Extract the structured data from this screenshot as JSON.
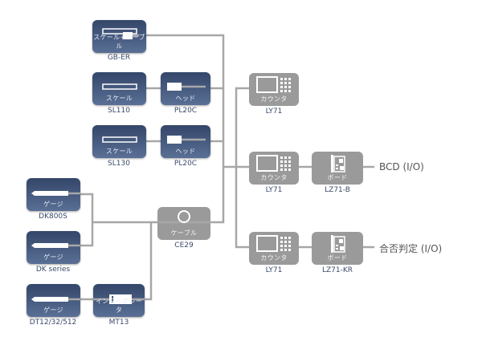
{
  "diagram": {
    "type": "system-configuration",
    "line_color": "#a7a7a7",
    "colors": {
      "input_device": "#3f5479",
      "output_device": "#9a9a9a"
    },
    "nodes": {
      "gb_er": {
        "category": "スケール+ケーブル",
        "model": "GB-ER",
        "icon": "scale-cable-icon"
      },
      "sl110": {
        "category": "スケール",
        "model": "SL110",
        "icon": "scale-icon"
      },
      "pl20c_1": {
        "category": "ヘッド",
        "model": "PL20C",
        "icon": "head-icon"
      },
      "sl130": {
        "category": "スケール",
        "model": "SL130",
        "icon": "scale-icon"
      },
      "pl20c_2": {
        "category": "ヘッド",
        "model": "PL20C",
        "icon": "head-icon"
      },
      "dk800s": {
        "category": "ゲージ",
        "model": "DK800S",
        "icon": "gauge-icon"
      },
      "dk_series": {
        "category": "ゲージ",
        "model": "DK series",
        "icon": "gauge-icon"
      },
      "dt": {
        "category": "ゲージ",
        "model": "DT12/32/512",
        "icon": "gauge-icon"
      },
      "mt13": {
        "category": "インターポレータ",
        "model": "MT13",
        "icon": "interpolator-icon"
      },
      "ce29": {
        "category": "ケーブル",
        "model": "CE29",
        "icon": "cable-icon"
      },
      "ly71_1": {
        "category": "カウンタ",
        "model": "LY71",
        "icon": "counter-icon"
      },
      "ly71_2": {
        "category": "カウンタ",
        "model": "LY71",
        "icon": "counter-icon"
      },
      "ly71_3": {
        "category": "カウンタ",
        "model": "LY71",
        "icon": "counter-icon"
      },
      "lz71_b": {
        "category": "ボード",
        "model": "LZ71-B",
        "icon": "board-icon"
      },
      "lz71_kr": {
        "category": "ボード",
        "model": "LZ71-KR",
        "icon": "board-icon"
      }
    },
    "outputs": {
      "bcd": "BCD (I/O)",
      "judgement": "合否判定 (I/O)"
    },
    "edges": [
      [
        "sl110",
        "pl20c_1"
      ],
      [
        "sl130",
        "pl20c_2"
      ],
      [
        "gb_er",
        "trunk"
      ],
      [
        "pl20c_1",
        "trunk"
      ],
      [
        "pl20c_2",
        "trunk"
      ],
      [
        "ce29",
        "trunk"
      ],
      [
        "dk800s",
        "ce29"
      ],
      [
        "dk_series",
        "ce29"
      ],
      [
        "dt",
        "mt13"
      ],
      [
        "mt13",
        "ce29"
      ],
      [
        "trunk",
        "ly71_1"
      ],
      [
        "trunk",
        "ly71_2"
      ],
      [
        "trunk",
        "ly71_3"
      ],
      [
        "ly71_2",
        "lz71_b"
      ],
      [
        "lz71_b",
        "bcd"
      ],
      [
        "ly71_3",
        "lz71_kr"
      ],
      [
        "lz71_kr",
        "judgement"
      ]
    ]
  }
}
